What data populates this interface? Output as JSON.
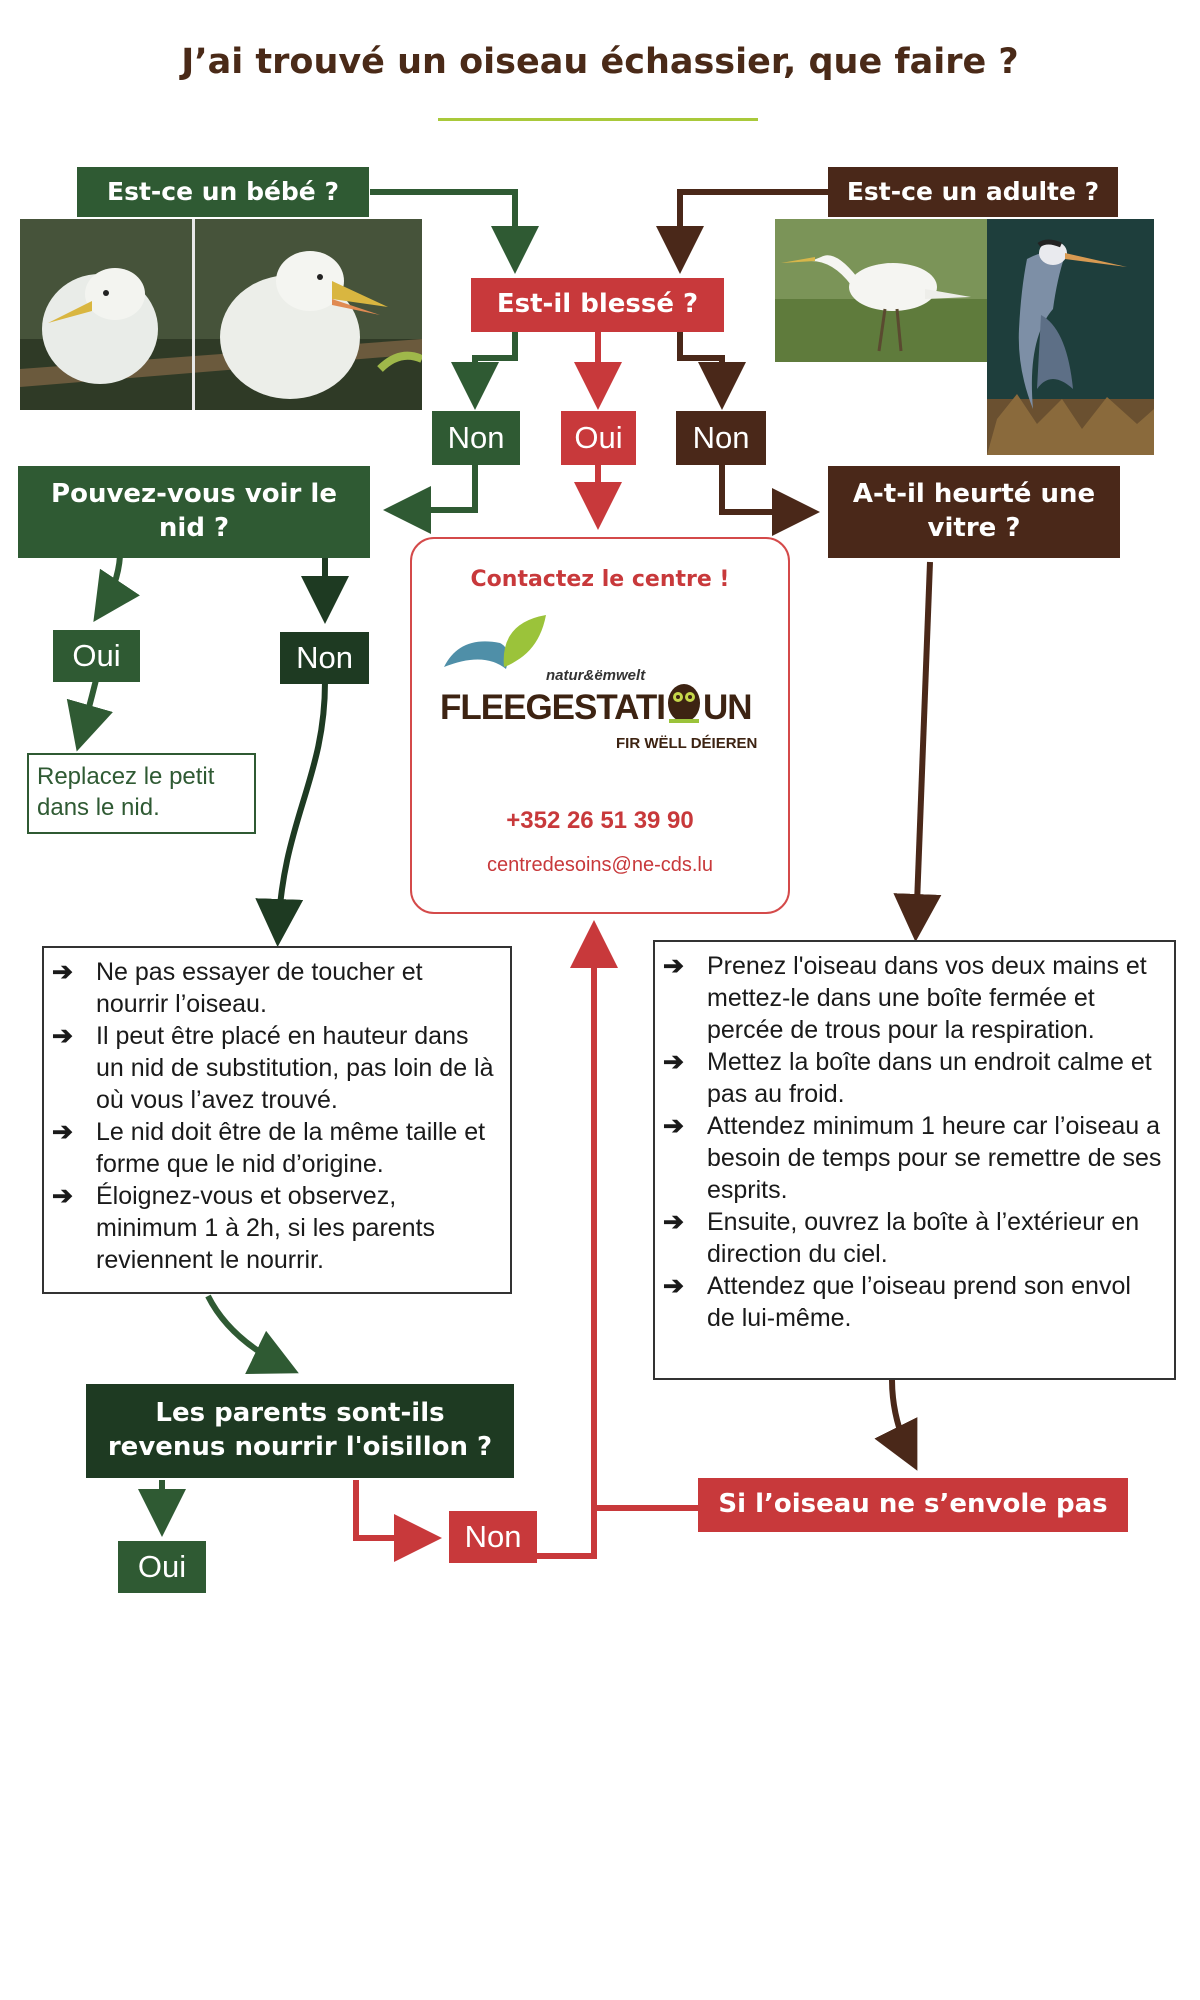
{
  "title": "J’ai trouvé un oiseau échassier, que faire ?",
  "nodes": {
    "baby_q": "Est-ce un bébé ?",
    "adult_q": "Est-ce un adulte ?",
    "injured_q": "Est-il blessé ?",
    "nest_q": "Pouvez-vous voir le nid ?",
    "window_q": "A-t-il heurté une vitre ?",
    "parents_q": "Les parents sont-ils revenus nourrir l'oisillon ?",
    "no_fly": "Si l’oiseau ne s’envole pas",
    "replace": "Replacez le petit dans le nid."
  },
  "answers": {
    "no_left": "Non",
    "yes_mid": "Oui",
    "no_right": "Non",
    "nest_yes": "Oui",
    "nest_no": "Non",
    "parents_yes": "Oui",
    "parents_no": "Non"
  },
  "contact": {
    "heading": "Contactez le centre !",
    "logo_small": "natur&ëmwelt",
    "logo_main": "FLEEGESTATI",
    "logo_end": "UN",
    "logo_sub": "FIR WËLL DÉIEREN",
    "phone": "+352 26 51 39 90",
    "email": "centredesoins@ne-cds.lu"
  },
  "baby_steps": [
    "Ne pas essayer de toucher et nourrir l’oiseau.",
    "Il peut être placé en hauteur dans un nid de substitution, pas loin de là où vous l’avez trouvé.",
    "Le nid doit être de la même taille et forme que le nid d’origine.",
    "Éloignez-vous et observez, minimum 1 à 2h, si les parents reviennent le nourrir."
  ],
  "adult_steps": [
    "Prenez l'oiseau dans vos deux mains et mettez-le dans une boîte fermée et percée de trous pour la respiration.",
    "Mettez la boîte dans un endroit calme et pas au froid.",
    "Attendez minimum 1 heure car l’oiseau a besoin de temps pour se remettre de ses esprits.",
    "Ensuite, ouvrez la boîte à l’extérieur en direction du ciel.",
    "Attendez que l’oiseau prend son envol de lui-même."
  ],
  "bullet_glyph": "➔",
  "colors": {
    "green": "#2f5a33",
    "dark_green": "#1e3a22",
    "brown": "#4a2819",
    "red": "#c8393b",
    "title_brown": "#4a2a18",
    "accent_lime": "#a9c93a"
  }
}
